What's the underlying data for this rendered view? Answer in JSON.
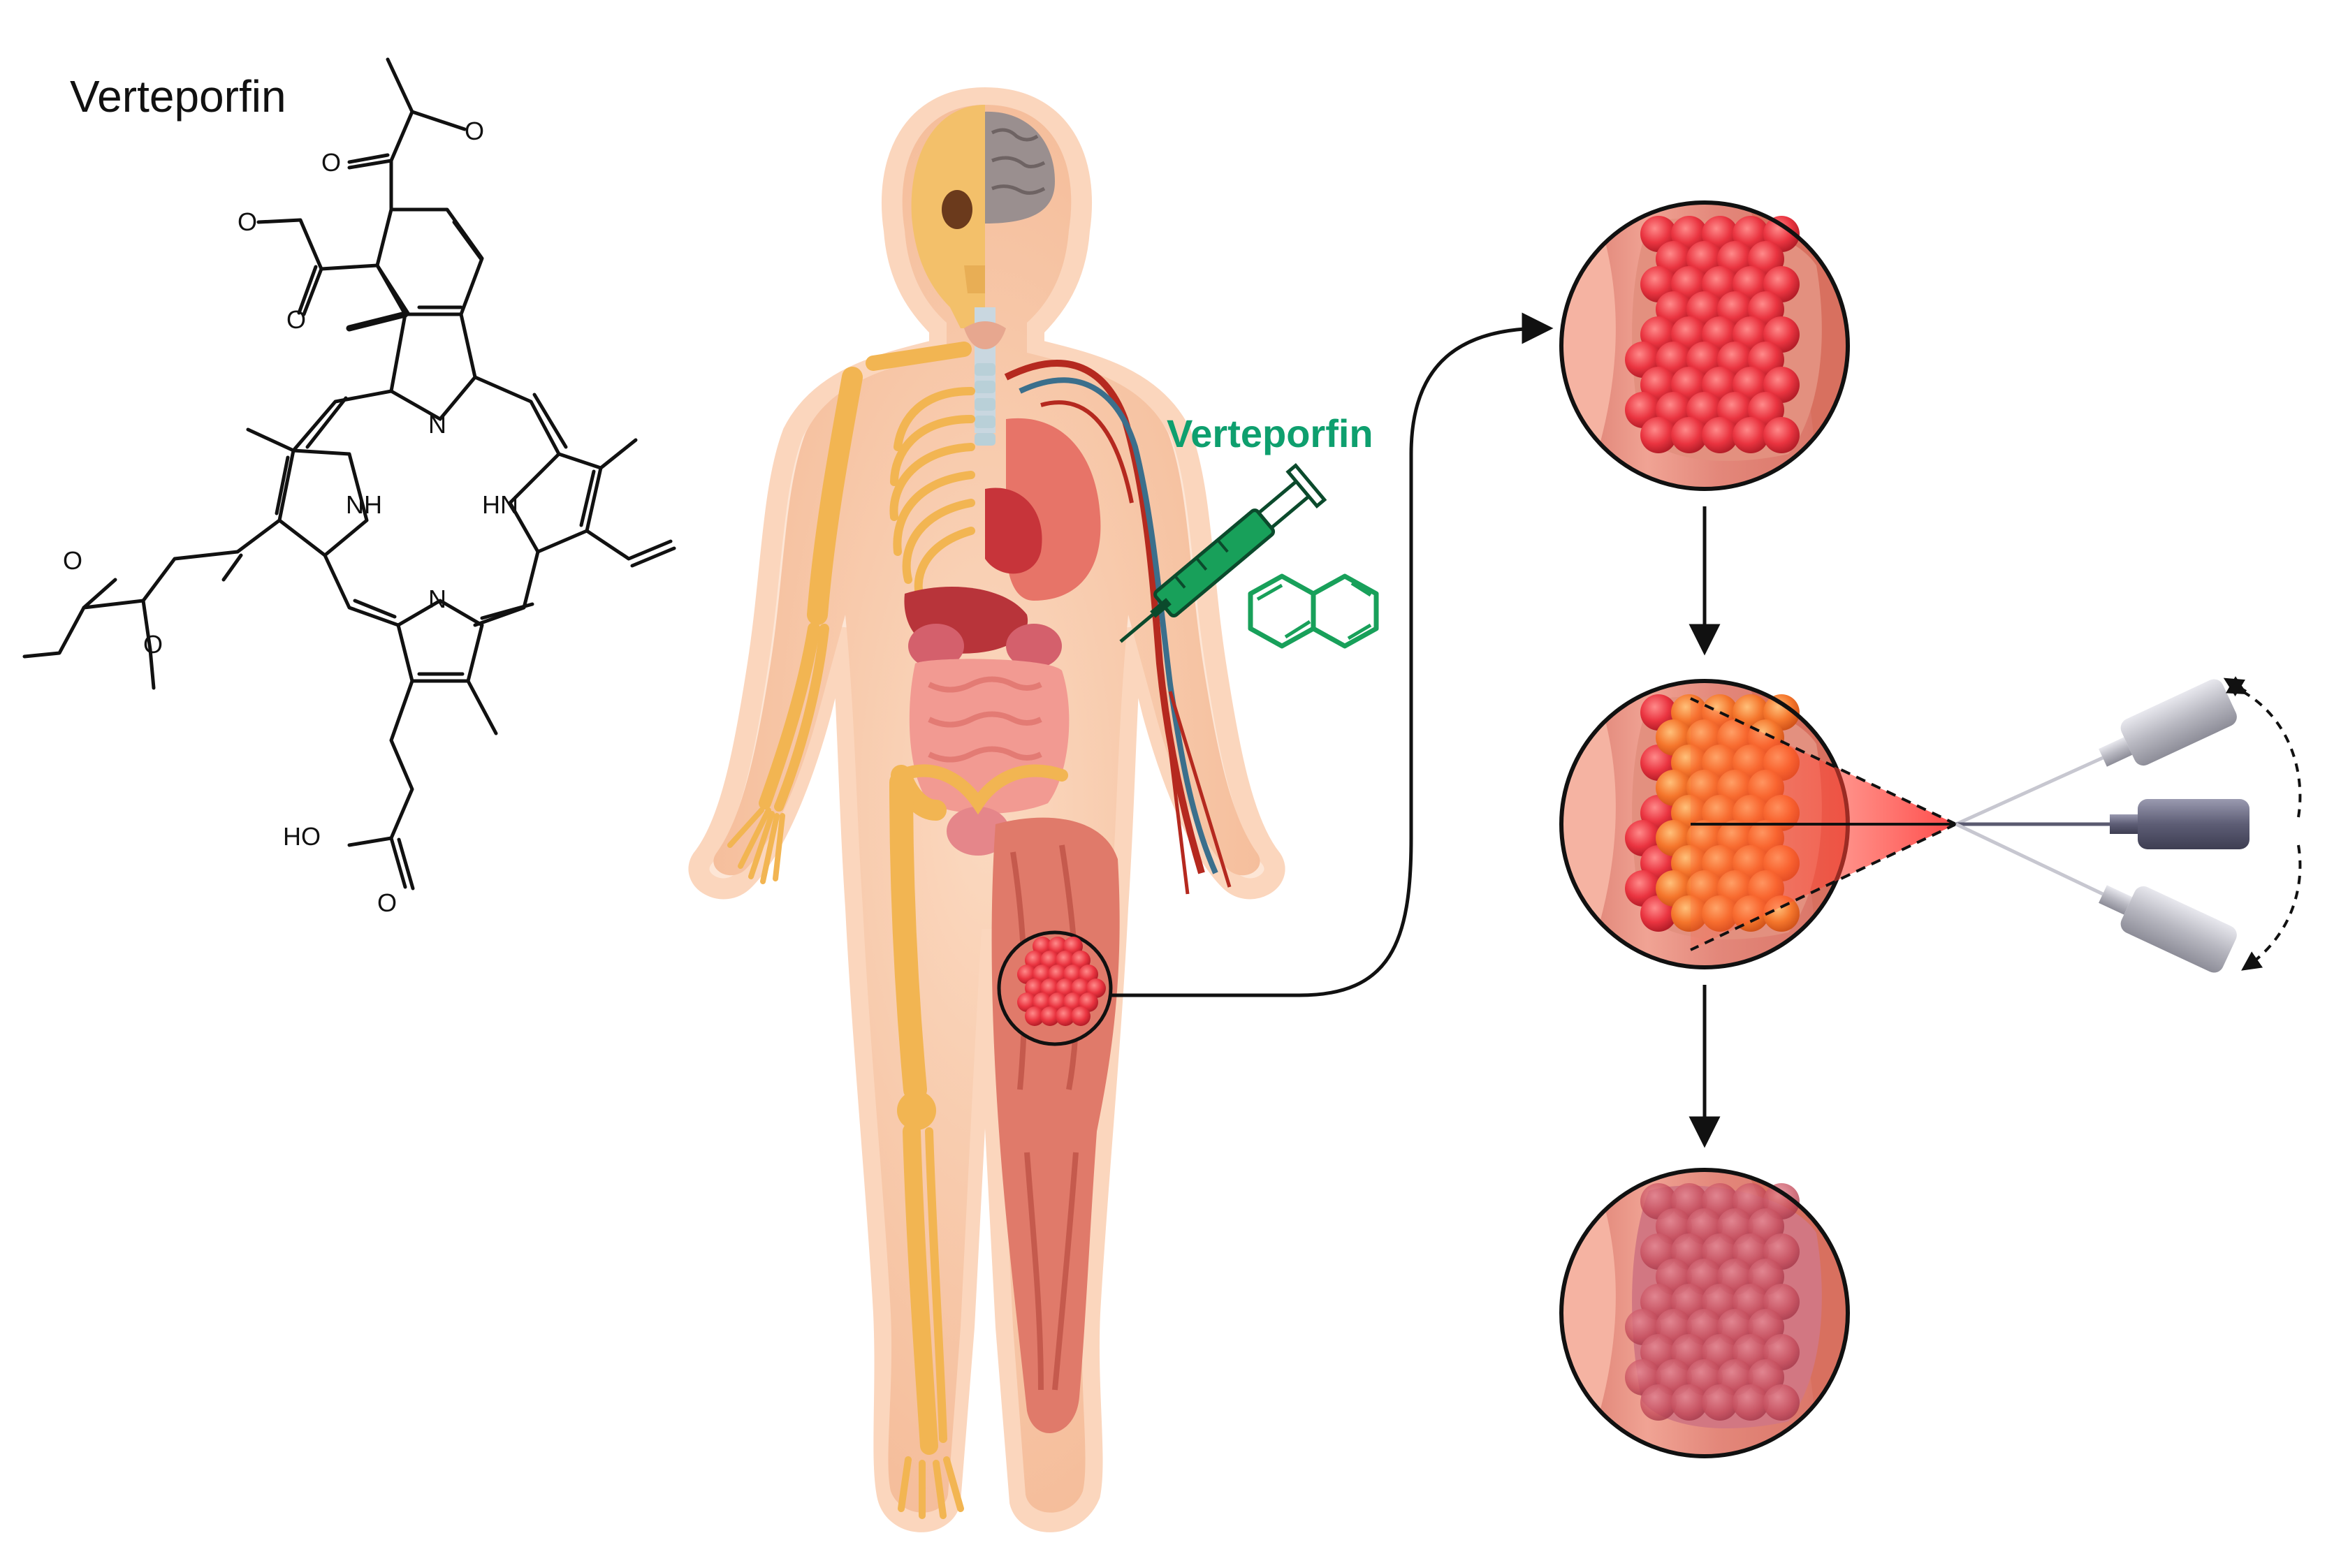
{
  "structure": {
    "title": "Verteporfin",
    "atoms": {
      "n_top": "N",
      "nh_left": "NH",
      "hn_right": "HN",
      "n_bottom": "N",
      "ho": "HO",
      "o_labels": [
        "O",
        "O",
        "O",
        "O",
        "O",
        "O",
        "O"
      ]
    }
  },
  "injection": {
    "label": "Verteporfin"
  },
  "colors": {
    "drug_green": "#0e9f6e",
    "skin": "#f7c9a8",
    "bone": "#f2b552",
    "muscle": "#e07a6a",
    "tumor": "#e8343f",
    "tumor_treated": "#f07a2d",
    "tumor_dead": "#c44a5a",
    "vessel_red": "#b5291f",
    "vessel_blue": "#3b6f8c",
    "probe_gray": "#b8b8c0",
    "probe_dark": "#5a5a70"
  },
  "icons": {
    "syringe": "syringe-icon",
    "molecule": "naphthalene-icon",
    "laser_probe": "light-probe-icon",
    "arrow": "arrow-icon"
  },
  "panels": {
    "steps": [
      "tumor-before",
      "tumor-illuminated",
      "tumor-after"
    ]
  }
}
